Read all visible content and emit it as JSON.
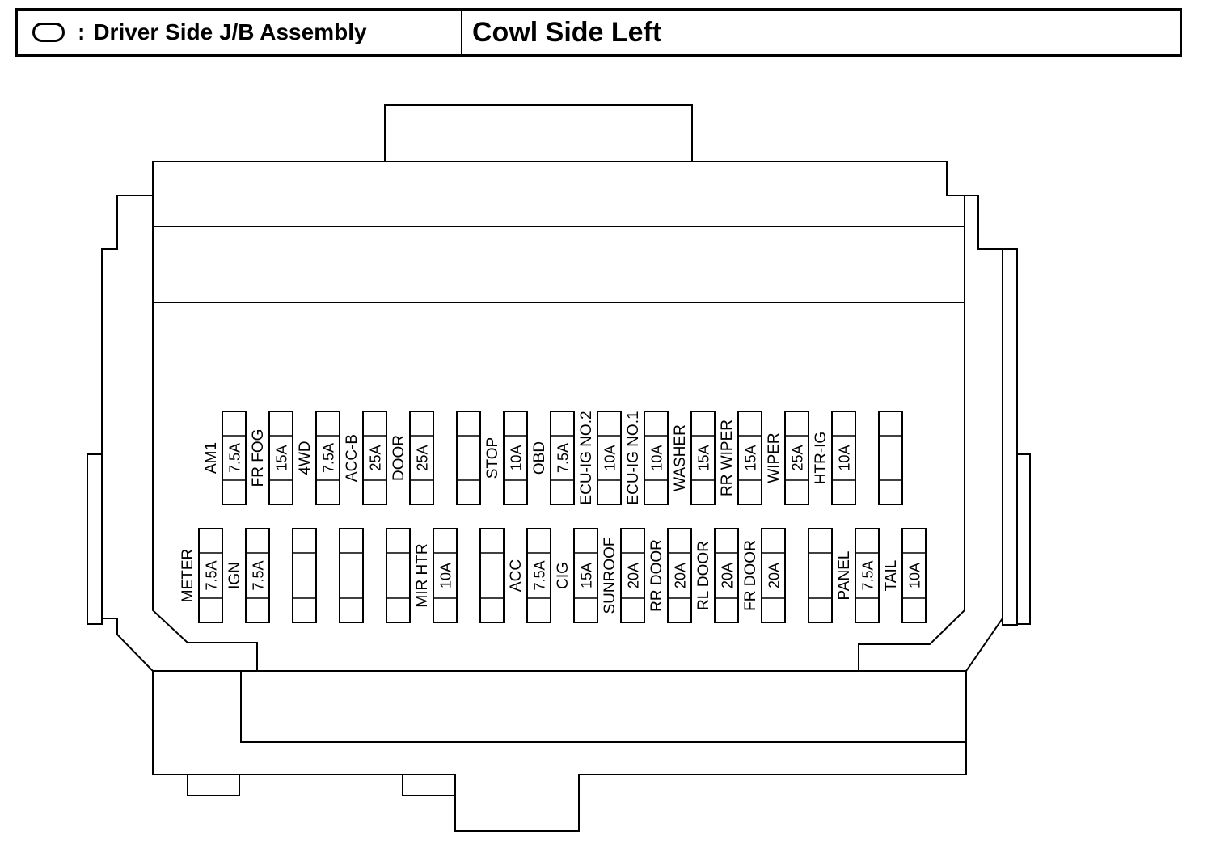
{
  "header": {
    "title": "Driver Side J/B Assembly",
    "location": "Cowl Side Left",
    "symbol": "oval-junction-block-symbol"
  },
  "fuses_top": [
    {
      "name": "AM1",
      "rating": "7.5A"
    },
    {
      "name": "FR FOG",
      "rating": "15A"
    },
    {
      "name": "4WD",
      "rating": "7.5A"
    },
    {
      "name": "ACC-B",
      "rating": "25A"
    },
    {
      "name": "DOOR",
      "rating": "25A"
    },
    {
      "name": "",
      "rating": ""
    },
    {
      "name": "STOP",
      "rating": "10A"
    },
    {
      "name": "OBD",
      "rating": "7.5A"
    },
    {
      "name": "ECU-IG NO.2",
      "rating": "10A"
    },
    {
      "name": "ECU-IG NO.1",
      "rating": "10A"
    },
    {
      "name": "WASHER",
      "rating": "15A"
    },
    {
      "name": "RR WIPER",
      "rating": "15A"
    },
    {
      "name": "WIPER",
      "rating": "25A"
    },
    {
      "name": "HTR-IG",
      "rating": "10A"
    },
    {
      "name": "",
      "rating": ""
    }
  ],
  "fuses_bottom": [
    {
      "name": "METER",
      "rating": "7.5A"
    },
    {
      "name": "IGN",
      "rating": "7.5A"
    },
    {
      "name": "",
      "rating": ""
    },
    {
      "name": "",
      "rating": ""
    },
    {
      "name": "",
      "rating": ""
    },
    {
      "name": "MIR HTR",
      "rating": "10A"
    },
    {
      "name": "",
      "rating": ""
    },
    {
      "name": "ACC",
      "rating": "7.5A"
    },
    {
      "name": "CIG",
      "rating": "15A"
    },
    {
      "name": "SUNROOF",
      "rating": "20A"
    },
    {
      "name": "RR DOOR",
      "rating": "20A"
    },
    {
      "name": "RL DOOR",
      "rating": "20A"
    },
    {
      "name": "FR DOOR",
      "rating": "20A"
    },
    {
      "name": "",
      "rating": ""
    },
    {
      "name": "PANEL",
      "rating": "7.5A"
    },
    {
      "name": "TAIL",
      "rating": "10A"
    }
  ]
}
